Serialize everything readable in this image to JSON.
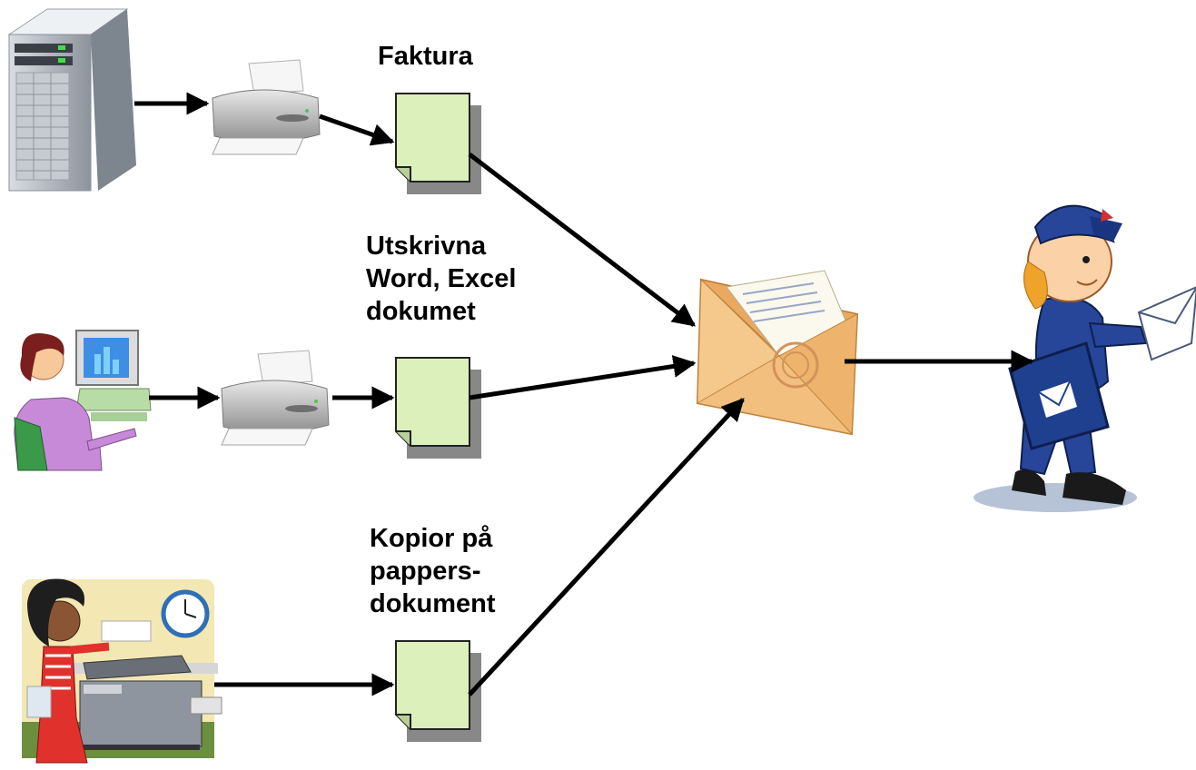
{
  "labels": {
    "faktura": "Faktura",
    "word": [
      "Utskrivna",
      "Word, Excel",
      "dokumet"
    ],
    "kopior": [
      "Kopior på",
      "pappers-",
      "dokument"
    ]
  },
  "colors": {
    "document_fill": "#dcf0bc",
    "document_shadow": "#888888",
    "arrow": "#000000",
    "envelope": "#f2c07e",
    "mail_carrier_uniform": "#27469a"
  },
  "icons": [
    "server-icon",
    "printer-icon",
    "woman-at-computer-icon",
    "woman-at-copier-icon",
    "envelope-icon",
    "mail-carrier-icon",
    "document-icon"
  ]
}
